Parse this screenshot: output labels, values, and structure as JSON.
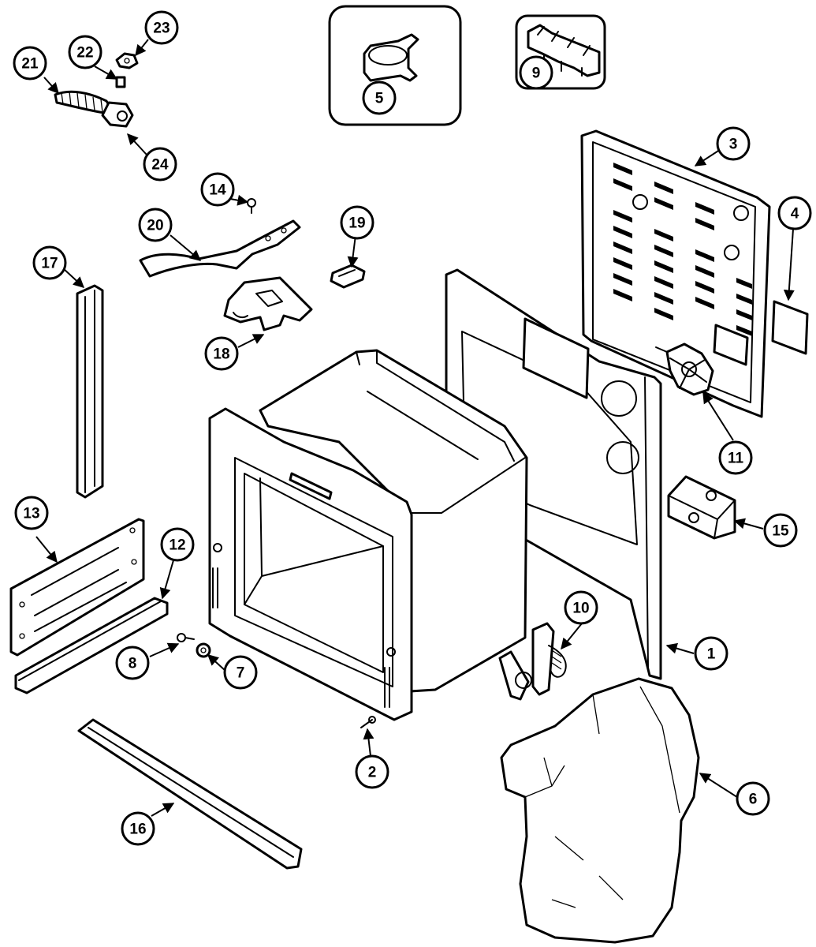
{
  "callouts": [
    {
      "label": "1"
    },
    {
      "label": "2"
    },
    {
      "label": "3"
    },
    {
      "label": "4"
    },
    {
      "label": "5"
    },
    {
      "label": "6"
    },
    {
      "label": "7"
    },
    {
      "label": "8"
    },
    {
      "label": "9"
    },
    {
      "label": "10"
    },
    {
      "label": "11"
    },
    {
      "label": "12"
    },
    {
      "label": "13"
    },
    {
      "label": "14"
    },
    {
      "label": "15"
    },
    {
      "label": "16"
    },
    {
      "label": "17"
    },
    {
      "label": "18"
    },
    {
      "label": "19"
    },
    {
      "label": "20"
    },
    {
      "label": "21"
    },
    {
      "label": "22"
    },
    {
      "label": "23"
    },
    {
      "label": "24"
    }
  ],
  "colors": {
    "line": "#000000",
    "background": "#ffffff"
  }
}
